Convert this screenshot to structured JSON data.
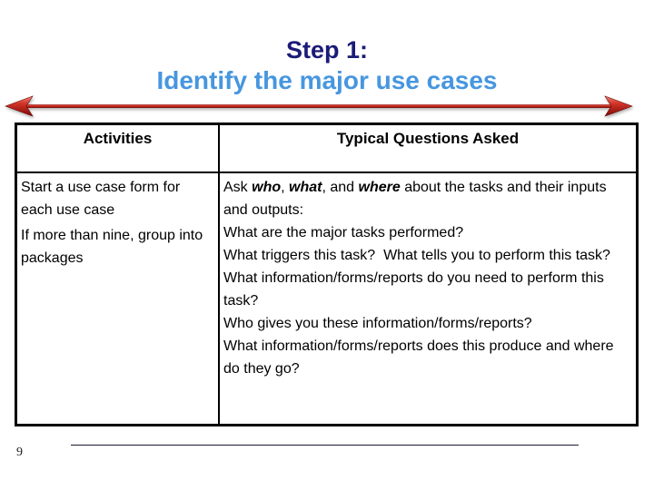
{
  "slide": {
    "title": {
      "line1": "Step 1:",
      "line2": "Identify the major use cases"
    },
    "table": {
      "headers": {
        "activities": "Activities",
        "questions": "Typical Questions Asked"
      },
      "activities": [
        "Start a use case form for each use case",
        "If more than nine, group into packages"
      ],
      "questions": [
        [
          {
            "t": "Ask "
          },
          {
            "t": "who",
            "em": true
          },
          {
            "t": ", "
          },
          {
            "t": "what",
            "em": true
          },
          {
            "t": ", and "
          },
          {
            "t": "where",
            "em": true
          },
          {
            "t": " about the tasks and their inputs and outputs:"
          }
        ],
        [
          {
            "t": "What are the major tasks performed?"
          }
        ],
        [
          {
            "t": "What triggers this task?  What tells you to perform this task?"
          }
        ],
        [
          {
            "t": "What information/forms/reports do you need to perform this task?"
          }
        ],
        [
          {
            "t": "Who gives you these information/forms/reports?"
          }
        ],
        [
          {
            "t": "What information/forms/reports does this produce and where do they go?"
          }
        ]
      ]
    },
    "footer": {
      "page_number": "9"
    },
    "colors": {
      "title_line1": "#1B1B78",
      "title_line2": "#4796DF",
      "arrow_red": "#C4261B",
      "table_border": "#000000"
    },
    "icons": {
      "double_arrow": "double-headed-arrow-icon"
    }
  }
}
